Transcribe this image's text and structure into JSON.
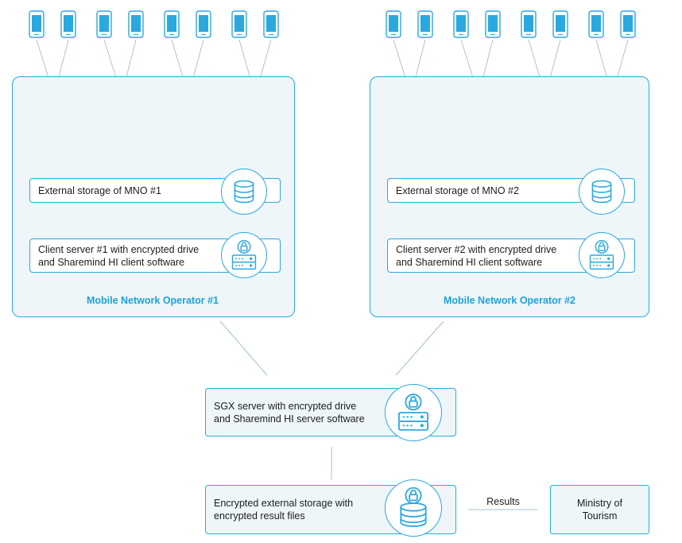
{
  "operators": [
    {
      "label": "Mobile Network Operator #1",
      "storage": "External storage of MNO #1",
      "client_server": "Client server #1 with encrypted drive\nand Sharemind HI client software"
    },
    {
      "label": "Mobile Network Operator #2",
      "storage": "External storage of MNO #2",
      "client_server": "Client server #2 with encrypted drive\nand Sharemind HI client software"
    }
  ],
  "sgx_server": "SGX server with encrypted drive\nand Sharemind HI server software",
  "result_storage": "Encrypted external storage with\nencrypted result files",
  "results_label": "Results",
  "ministry": "Ministry of\nTourism",
  "colors": {
    "accent": "#2aa8e0",
    "panel_bg": "#eef6f9",
    "label": "#1aa3dd",
    "line": "#a9c4cf"
  },
  "icons": [
    "phone-icon",
    "cell-tower-icon",
    "database-icon",
    "encrypted-server-icon",
    "encrypted-database-icon"
  ]
}
